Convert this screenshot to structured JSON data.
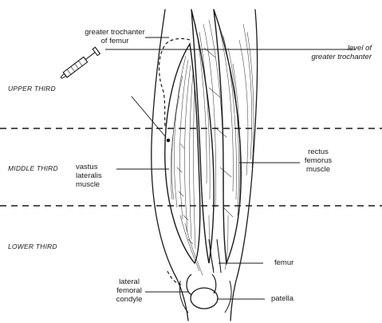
{
  "labels": {
    "greater_trochanter": [
      "greater trochanter",
      "of femur"
    ],
    "level": [
      "level of",
      "greater trochanter"
    ],
    "vastus_lateralis": [
      "vastus",
      "lateralis",
      "muscle"
    ],
    "rectus_femorus": [
      "rectus",
      "femorus",
      "muscle"
    ],
    "femur": "femur",
    "lateral_femoral_condyle": [
      "lateral",
      "femoral",
      "condyle"
    ],
    "patella": "patella"
  },
  "zones": {
    "upper": "UPPER THIRD",
    "middle": "MIDDLE THIRD",
    "lower": "LOWER THIRD"
  },
  "colors": {
    "ink": "#1a1a1a",
    "background": "#ffffff"
  },
  "icons": {
    "syringe": "syringe-icon"
  }
}
